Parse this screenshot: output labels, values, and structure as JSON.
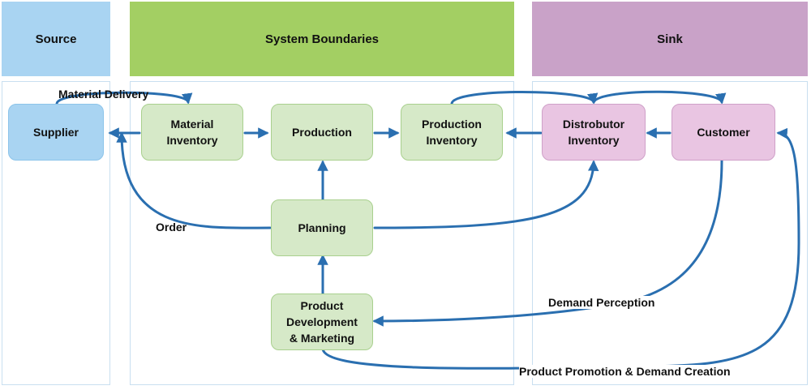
{
  "headers": {
    "source": "Source",
    "system": "System Boundaries",
    "sink": "Sink"
  },
  "colors": {
    "source": "#a9d4f2",
    "system": "#a3cf63",
    "sink": "#c9a2c8",
    "node_green": "#d6e9c8",
    "node_pink": "#e9c5e2",
    "arrow": "#2a6fb0"
  },
  "nodes": {
    "supplier": "Supplier",
    "material_inventory": "Material\nInventory",
    "production": "Production",
    "production_inventory": "Production\nInventory",
    "distributor_inventory": "Distrobutor\nInventory",
    "customer": "Customer",
    "planning": "Planning",
    "product_dev": "Product\nDevelopment\n& Marketing"
  },
  "edge_labels": {
    "material_delivery": "Material Delivery",
    "order": "Order",
    "demand_perception": "Demand Perception",
    "promotion": "Product Promotion & Demand Creation"
  }
}
